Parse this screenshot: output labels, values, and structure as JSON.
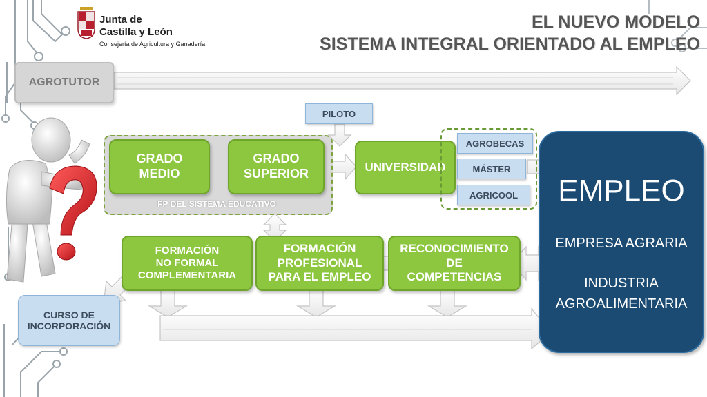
{
  "header": {
    "logo_line1": "Junta de",
    "logo_line2": "Castilla y León",
    "logo_subtitle": "Consejería de Agricultura y Ganadería",
    "title_line1": "EL NUEVO MODELO",
    "title_line2": "SISTEMA INTEGRAL ORIENTADO AL EMPLEO"
  },
  "diagram": {
    "agrotutor": "AGROTUTOR",
    "piloto": "PILOTO",
    "grado_medio": [
      "GRADO",
      "MEDIO"
    ],
    "grado_superior": [
      "GRADO",
      "SUPERIOR"
    ],
    "fp_group_label": "FP DEL SISTEMA EDUCATIVO",
    "universidad": "UNIVERSIDAD",
    "agrobecas": "AGROBECAS",
    "master": "MÁSTER",
    "agricool": "AGRICOOL",
    "empleo": {
      "title": "EMPLEO",
      "item1": "EMPRESA AGRARIA",
      "item2_line1": "INDUSTRIA",
      "item2_line2": "AGROALIMENTARIA"
    },
    "formacion_no_formal": [
      "FORMACIÓN",
      "NO FORMAL",
      "COMPLEMENTARIA"
    ],
    "formacion_profesional": [
      "FORMACIÓN",
      "PROFESIONAL",
      "PARA EL EMPLEO"
    ],
    "reconocimiento": [
      "RECONOCIMIENTO",
      "DE",
      "COMPETENCIAS"
    ],
    "curso_incorporacion": [
      "CURSO DE",
      "INCORPORACIÓN"
    ]
  },
  "colors": {
    "green": "#8dc63f",
    "green_border": "#6fa52a",
    "light_blue": "#c9ddf0",
    "navy": "#1b4a72",
    "grey_box": "#d6d6d6",
    "red_mark": "#d6282b"
  },
  "icons": [
    "circuit-decoration",
    "coat-of-arms-icon",
    "thinking-figure-icon",
    "question-mark-icon"
  ]
}
